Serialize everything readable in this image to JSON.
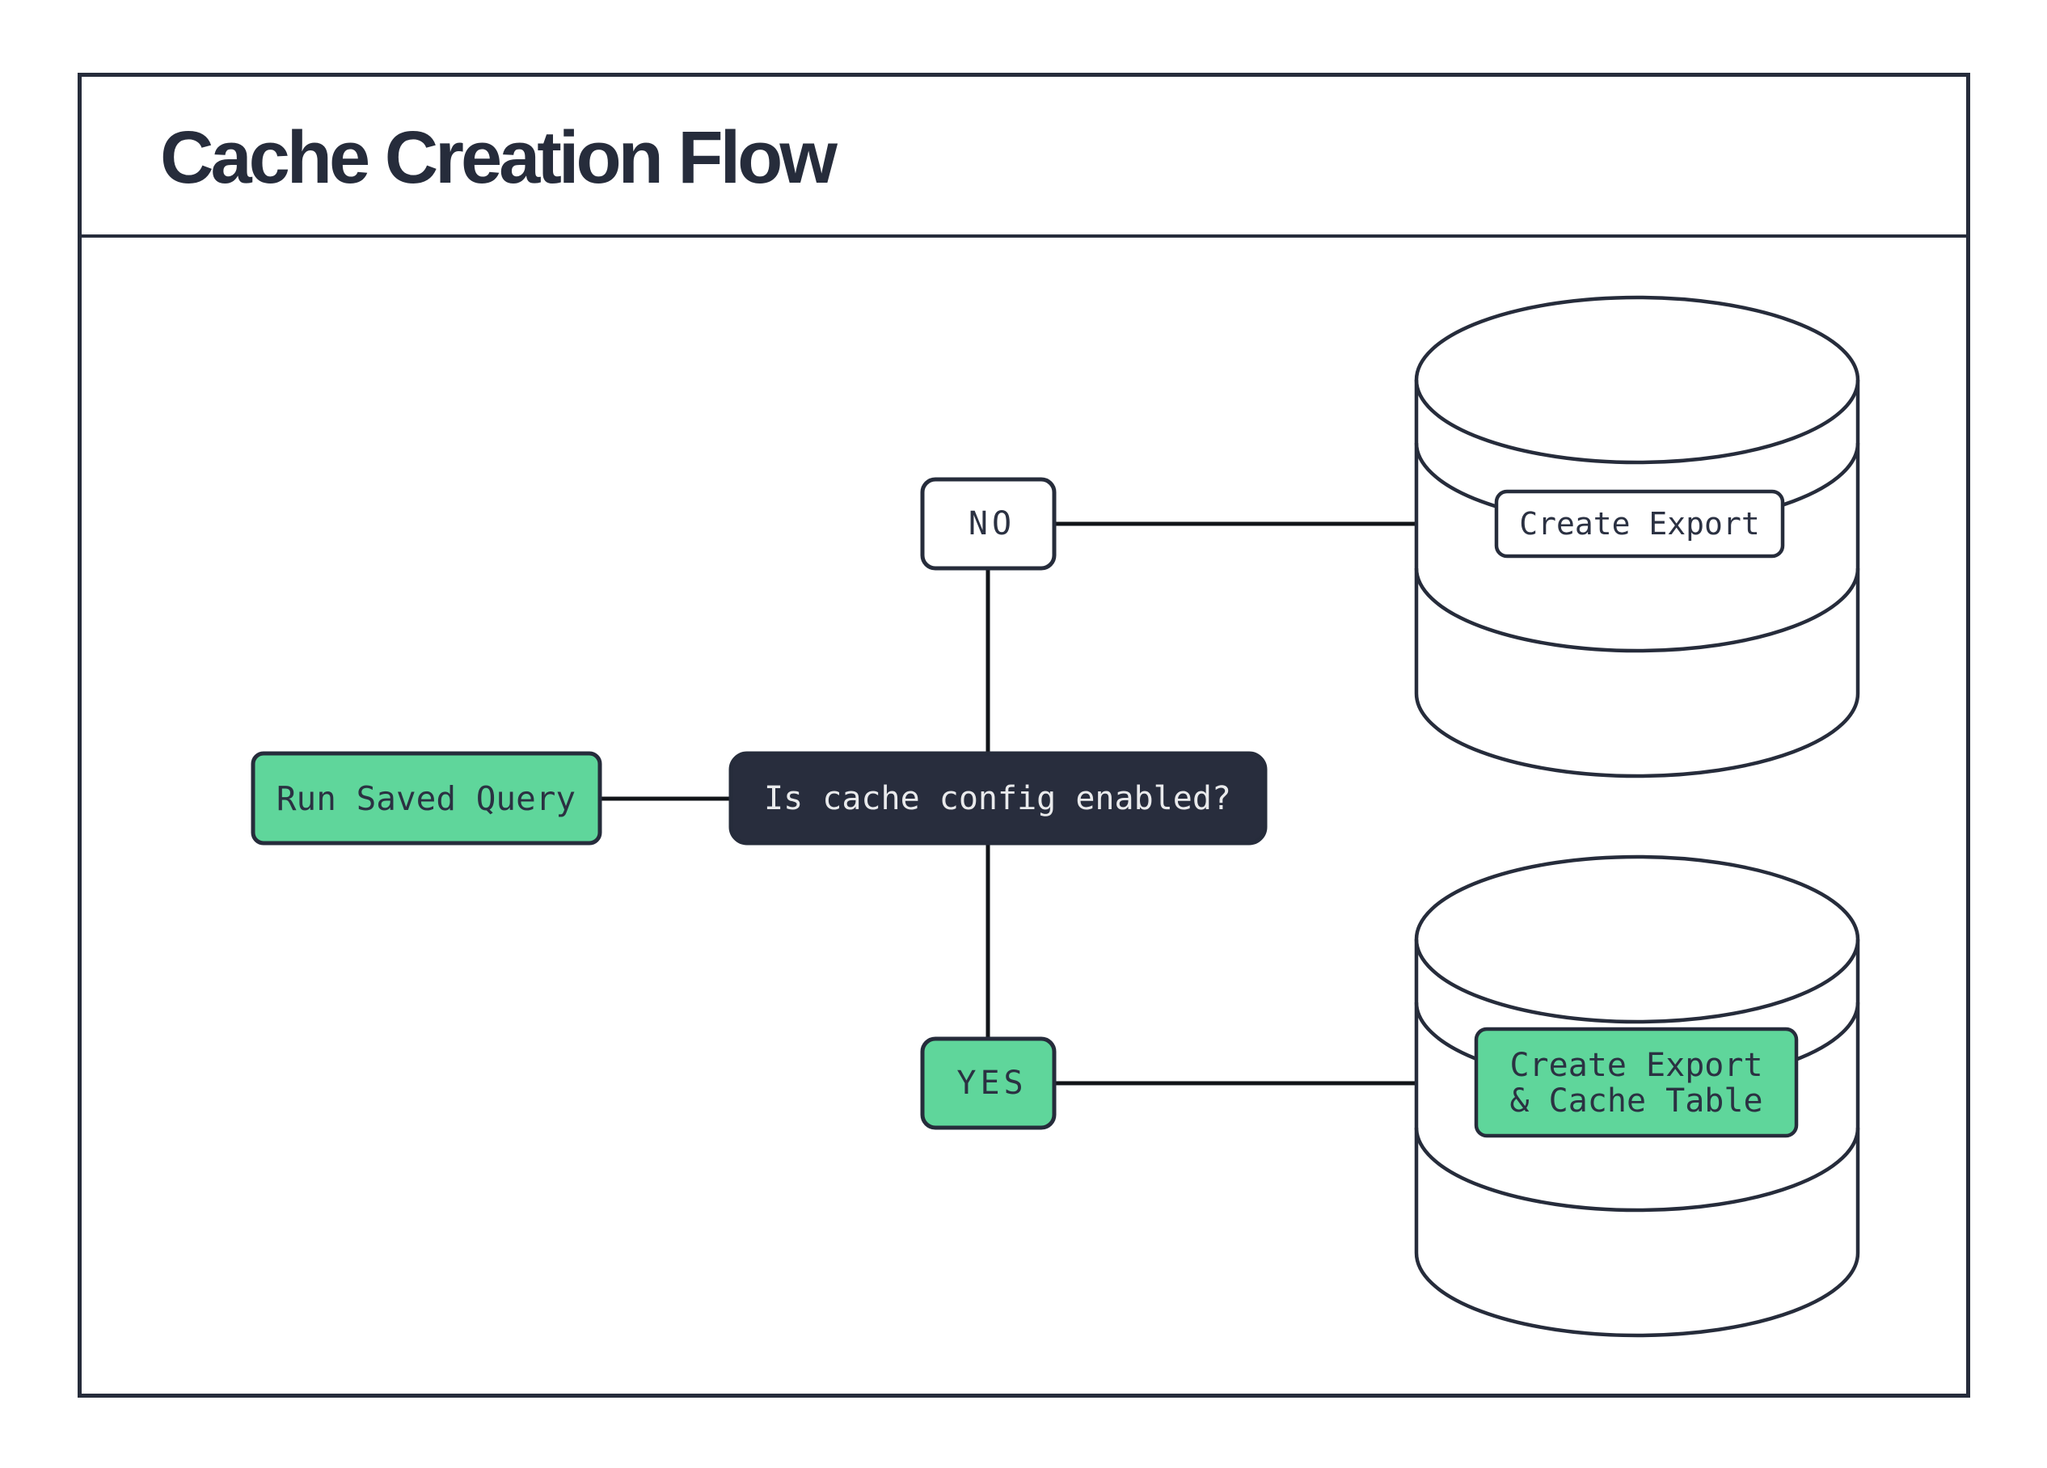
{
  "title": "Cache Creation Flow",
  "colors": {
    "green": "#5fd69b",
    "dark": "#282d3d",
    "navy_border": "#262c3b",
    "light_text": "#e9eaec",
    "connector": "#111418",
    "white": "#ffffff"
  },
  "nodes": {
    "start": {
      "label": "Run Saved Query"
    },
    "decision": {
      "label": "Is cache config enabled?"
    },
    "branch_no": {
      "label": "NO"
    },
    "branch_yes": {
      "label": "YES"
    },
    "result_no": {
      "label": "Create Export"
    },
    "result_yes": {
      "lines": [
        "Create Export",
        "& Cache Table"
      ]
    }
  }
}
